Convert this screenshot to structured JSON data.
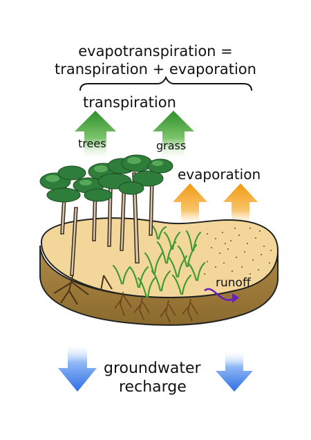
{
  "title": {
    "line1": "evapotranspiration =",
    "line2": "transpiration + evaporation"
  },
  "labels": {
    "transpiration": "transpiration",
    "trees": "trees",
    "grass": "grass",
    "evaporation": "evaporation",
    "runoff": "runoff",
    "groundwater_line1": "groundwater",
    "groundwater_line2": "recharge"
  },
  "colors": {
    "transpiration_arrow": "#3a9a34",
    "evaporation_arrow": "#f5a623",
    "recharge_arrow": "#2f6fe0",
    "runoff_arrow": "#6a1fb8",
    "soil_top": "#f3d79a",
    "soil_side": "#9b7a3a",
    "tree_foliage": "#2f7d3a",
    "grass": "#62b24a"
  }
}
